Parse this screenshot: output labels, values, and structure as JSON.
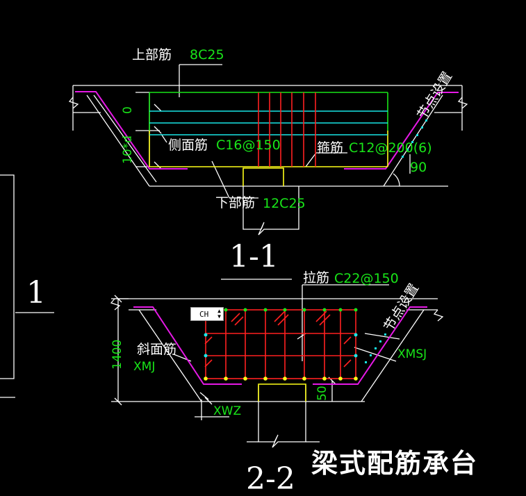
{
  "drawing_title": "梁式配筋承台",
  "section_1_1": {
    "mark": "1-1",
    "top_bar_label": "上部筋",
    "top_bar_value": "8C25",
    "side_bar_label": "侧面筋",
    "side_bar_value": "C16@150",
    "stirrup_label": "箍筋",
    "stirrup_value": "C12@200(6)",
    "bottom_bar_label": "下部筋",
    "bottom_bar_value": "12C25",
    "joint_label": "节点设置",
    "dim_zero": "0",
    "dim_10d": "10*d",
    "angle": "90"
  },
  "section_2_2": {
    "mark": "2-2",
    "tie_bar_label": "拉筋",
    "tie_bar_value": "C22@150",
    "slope_bar_label": "斜面筋",
    "slope_bar_value": "XMJ",
    "joint_label": "节点设置",
    "xmsj": "XMSJ",
    "xwz": "XWZ",
    "dim_1400": "1400",
    "dim_50": "50"
  },
  "left_mark": "1",
  "ch_selector": {
    "value": "CH",
    "arrows": "▲▼"
  },
  "colors": {
    "white": "#ffffff",
    "green": "#19e619",
    "red": "#ff2020",
    "cyan": "#19e6e6",
    "magenta": "#e619e6",
    "yellow": "#ffff19"
  }
}
